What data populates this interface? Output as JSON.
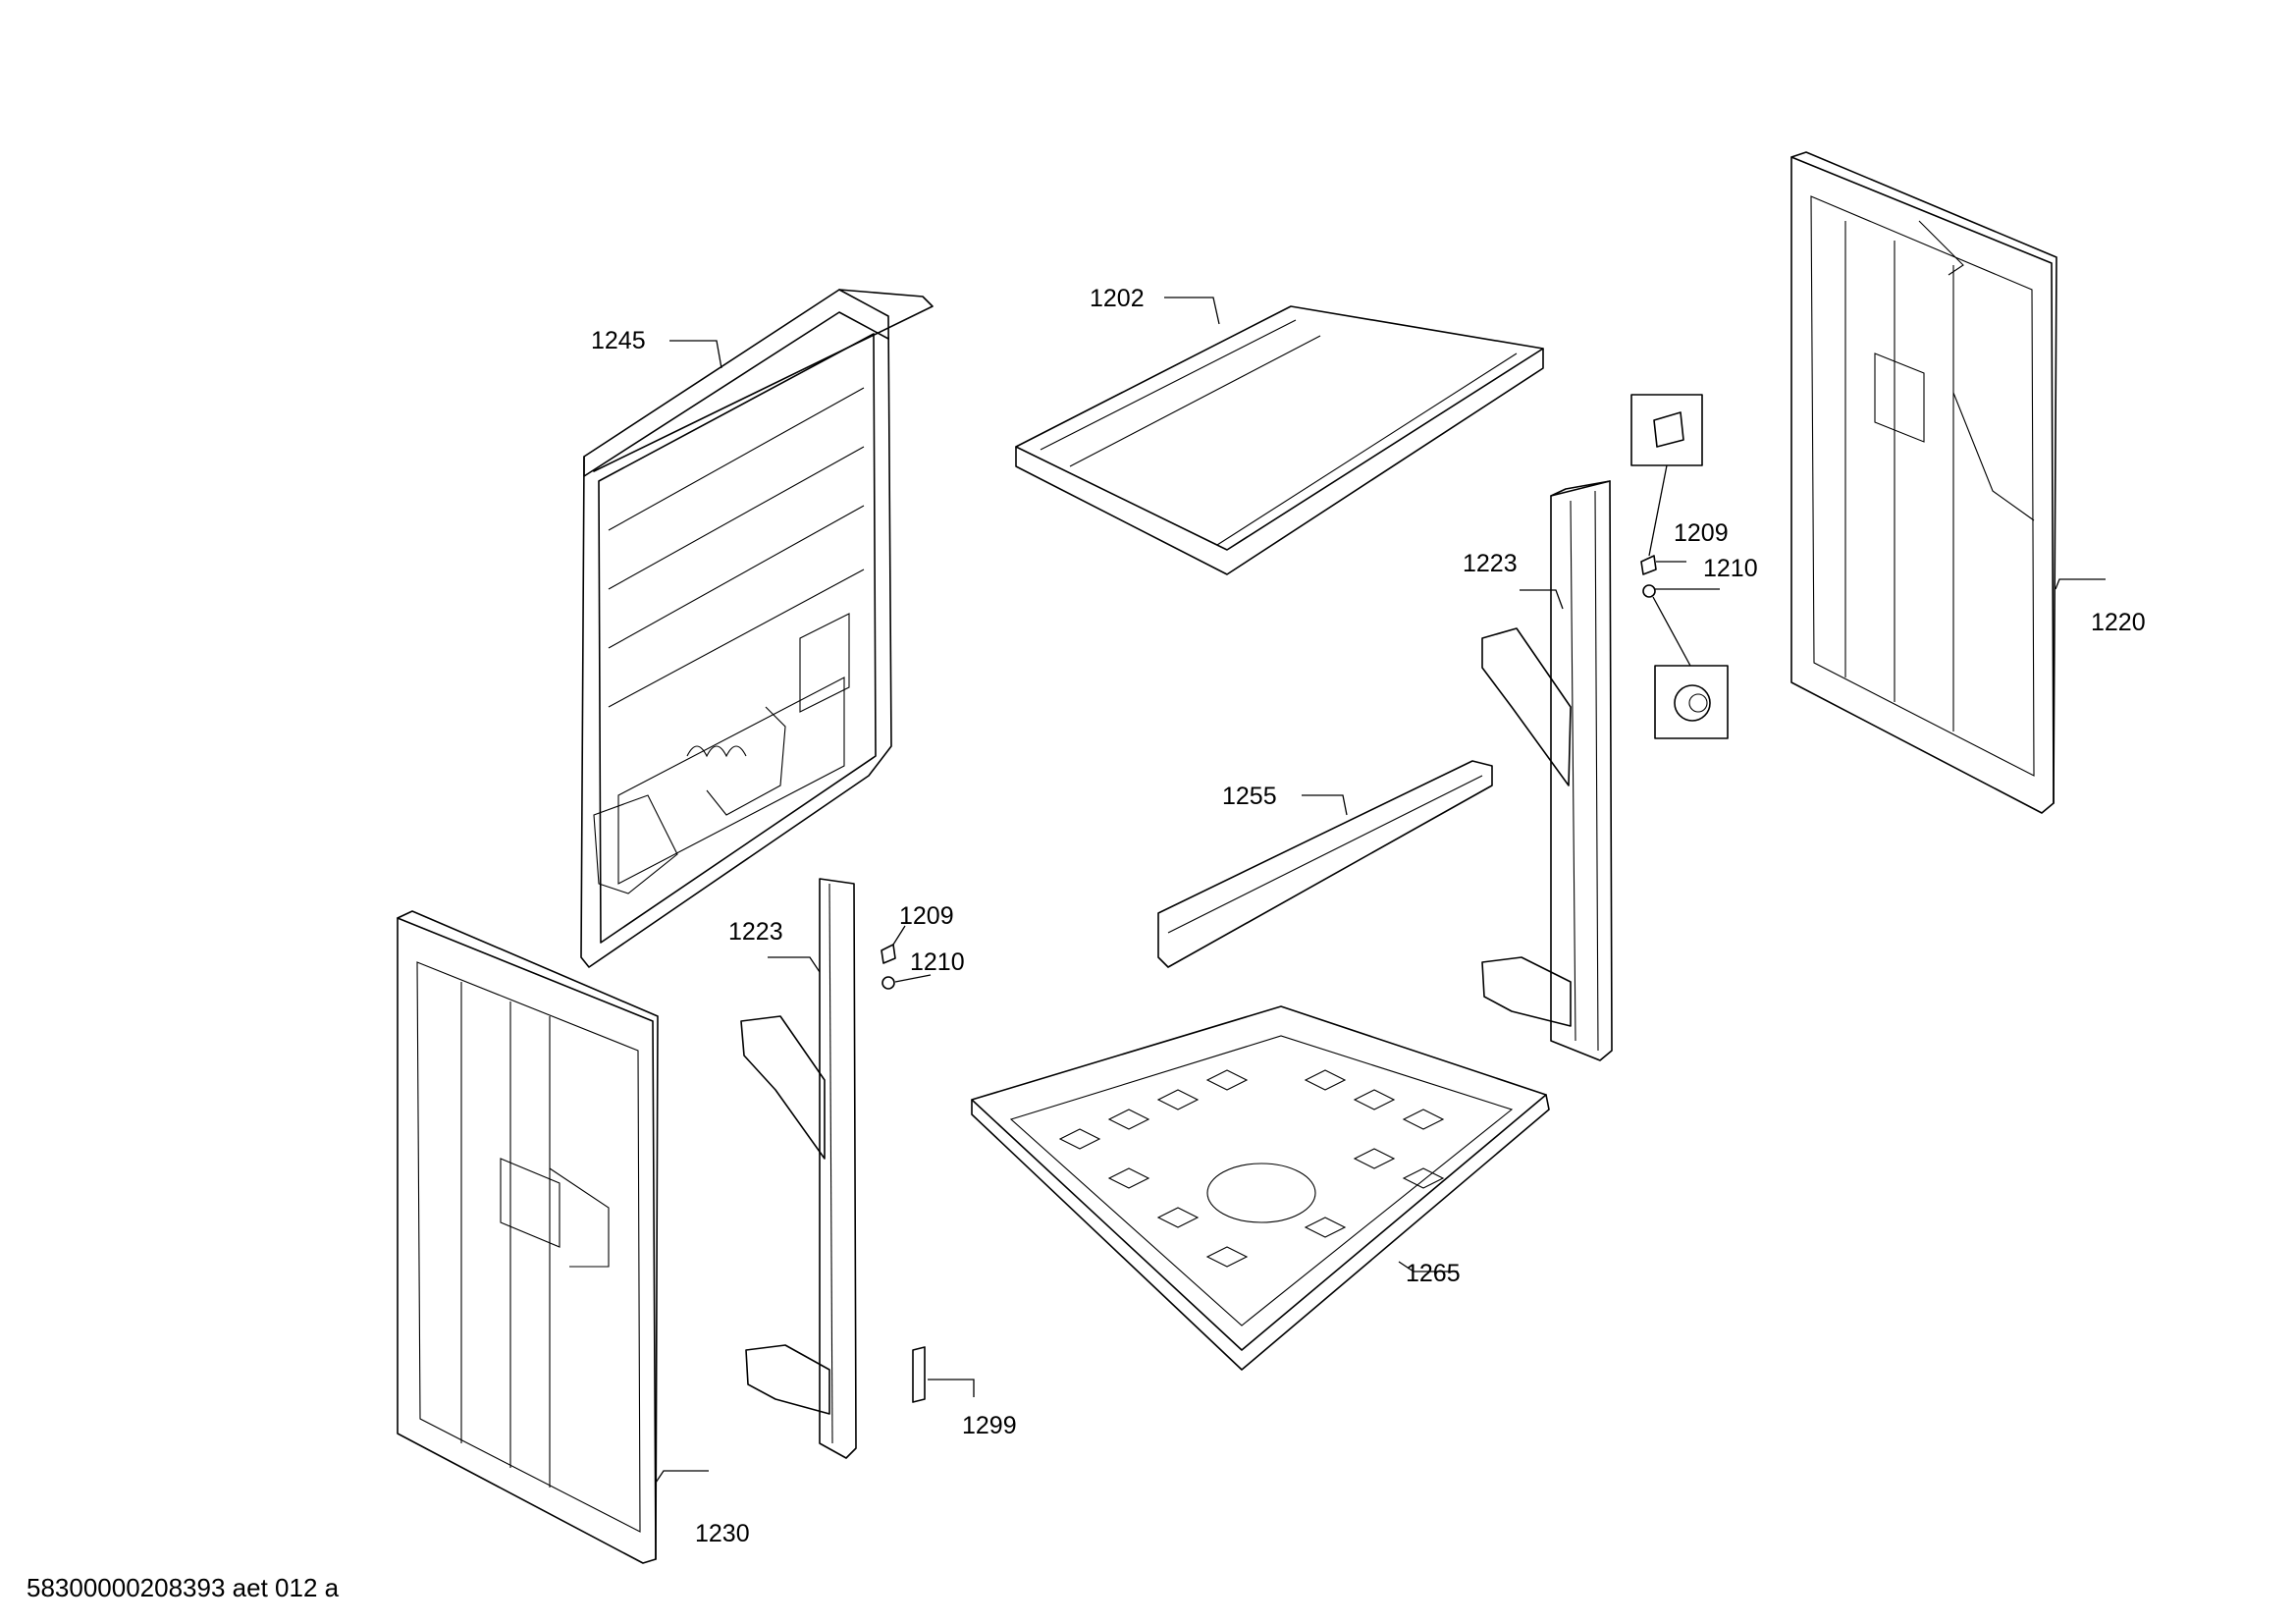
{
  "diagram": {
    "labels": {
      "l1202": "1202",
      "l1245": "1245",
      "l1220": "1220",
      "l1223a": "1223",
      "l1223b": "1223",
      "l1209a": "1209",
      "l1209b": "1209",
      "l1210a": "1210",
      "l1210b": "1210",
      "l1255": "1255",
      "l1265": "1265",
      "l1230": "1230",
      "l1299": "1299"
    },
    "footer": "58300000208393 aet 012 a"
  }
}
